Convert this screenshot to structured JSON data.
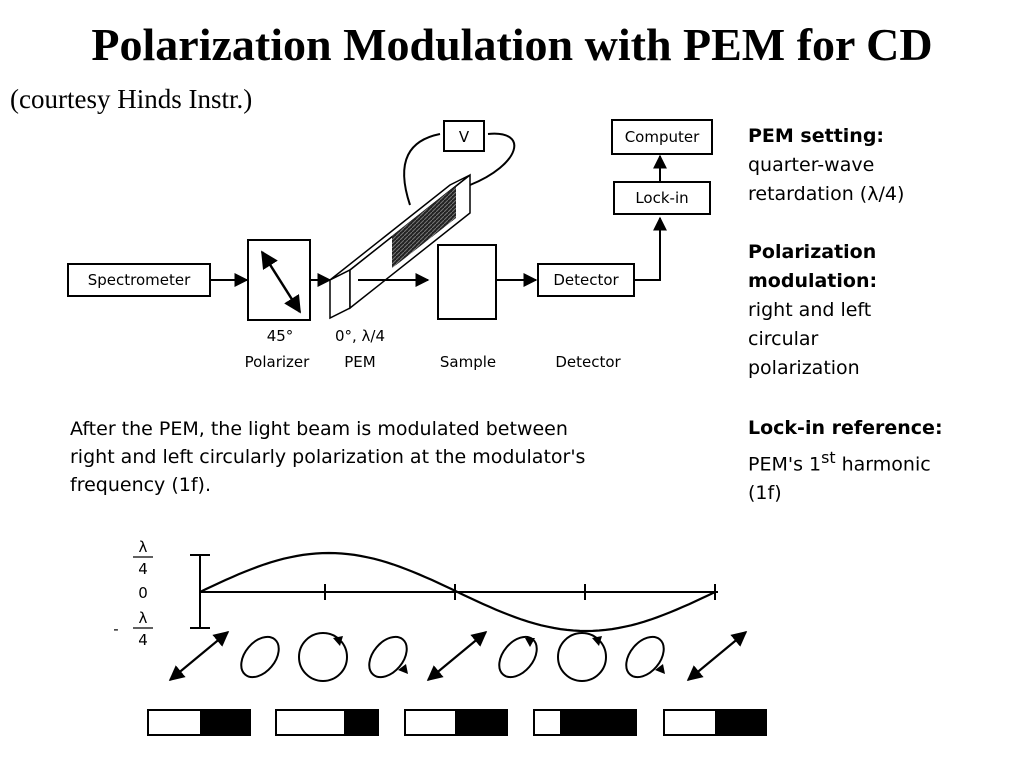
{
  "title": "Polarization Modulation with PEM for CD",
  "subtitle": "(courtesy Hinds Instr.)",
  "setup": {
    "boxes": {
      "spectrometer": "Spectrometer",
      "detector": "Detector",
      "lockin": "Lock-in",
      "computer": "Computer",
      "voltage": "V"
    },
    "captions": {
      "polarizer_angle": "45°",
      "polarizer": "Polarizer",
      "pem_setting": "0°, λ/4",
      "pem": "PEM",
      "sample": "Sample",
      "detector": "Detector"
    }
  },
  "side_notes": {
    "pem_setting_heading": "PEM setting:",
    "pem_setting_line1": "quarter-wave",
    "pem_setting_line2": "retardation (λ/4)",
    "modulation_heading1": "Polarization",
    "modulation_heading2": "modulation:",
    "modulation_line1": "right and left",
    "modulation_line2": "circular",
    "modulation_line3": "polarization",
    "lockin_heading": "Lock-in reference:",
    "lockin_line1_a": "PEM's 1",
    "lockin_line1_sup": "st",
    "lockin_line1_b": " harmonic",
    "lockin_line2": "(1f)"
  },
  "description": {
    "line1": "After the PEM, the light beam is modulated between",
    "line2": "right and left circularly polarization at the modulator's",
    "line3": "frequency (1f)."
  },
  "retardation_plot": {
    "y_top_num": "λ",
    "y_top_den": "4",
    "y_zero": "0",
    "y_bot_sign": "-",
    "y_bot_num": "λ",
    "y_bot_den": "4"
  },
  "chart_data": {
    "type": "line",
    "x": [
      0,
      0.5,
      1,
      1.5,
      2
    ],
    "series": [
      {
        "values": [
          0,
          1,
          0,
          -1,
          0
        ]
      }
    ],
    "ylim": [
      -1,
      1
    ]
  }
}
